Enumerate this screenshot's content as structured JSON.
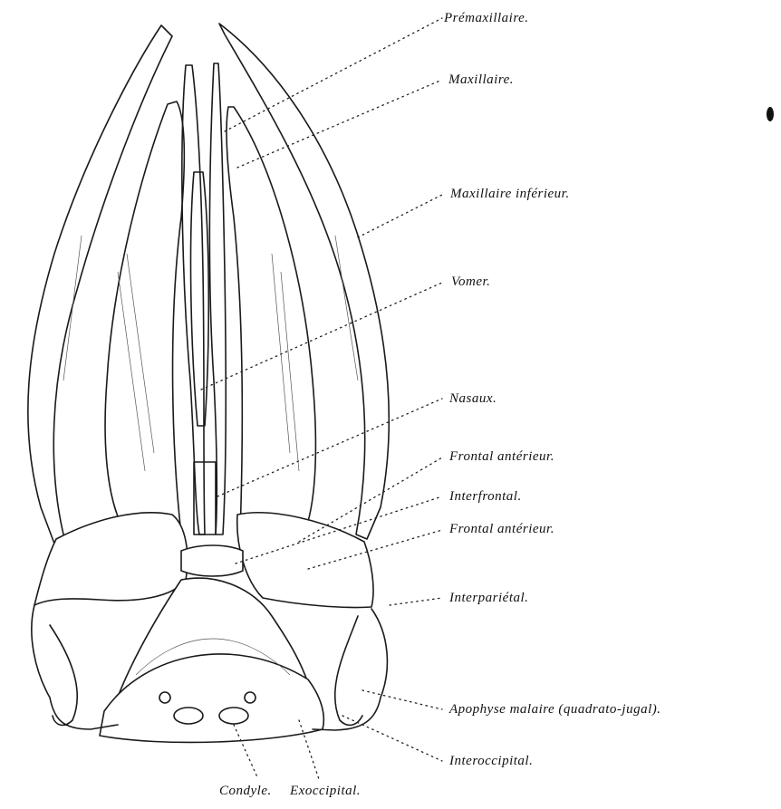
{
  "figure": {
    "labels": [
      {
        "id": "premaxillaire",
        "text": "Prémaxillaire."
      },
      {
        "id": "maxillaire",
        "text": "Maxillaire."
      },
      {
        "id": "maxillaire-inferieur",
        "text": "Maxillaire inférieur."
      },
      {
        "id": "vomer",
        "text": "Vomer."
      },
      {
        "id": "nasaux",
        "text": "Nasaux."
      },
      {
        "id": "frontal-anterieur-1",
        "text": "Frontal antérieur."
      },
      {
        "id": "interfrontal",
        "text": "Interfrontal."
      },
      {
        "id": "frontal-anterieur-2",
        "text": "Frontal antérieur."
      },
      {
        "id": "interparietal",
        "text": "Interpariétal."
      },
      {
        "id": "apophyse-malaire",
        "text": "Apophyse malaire (quadrato-jugal)."
      },
      {
        "id": "interoccipital",
        "text": "Interoccipital."
      },
      {
        "id": "condyle",
        "text": "Condyle."
      },
      {
        "id": "exoccipital",
        "text": "Exoccipital."
      }
    ]
  }
}
